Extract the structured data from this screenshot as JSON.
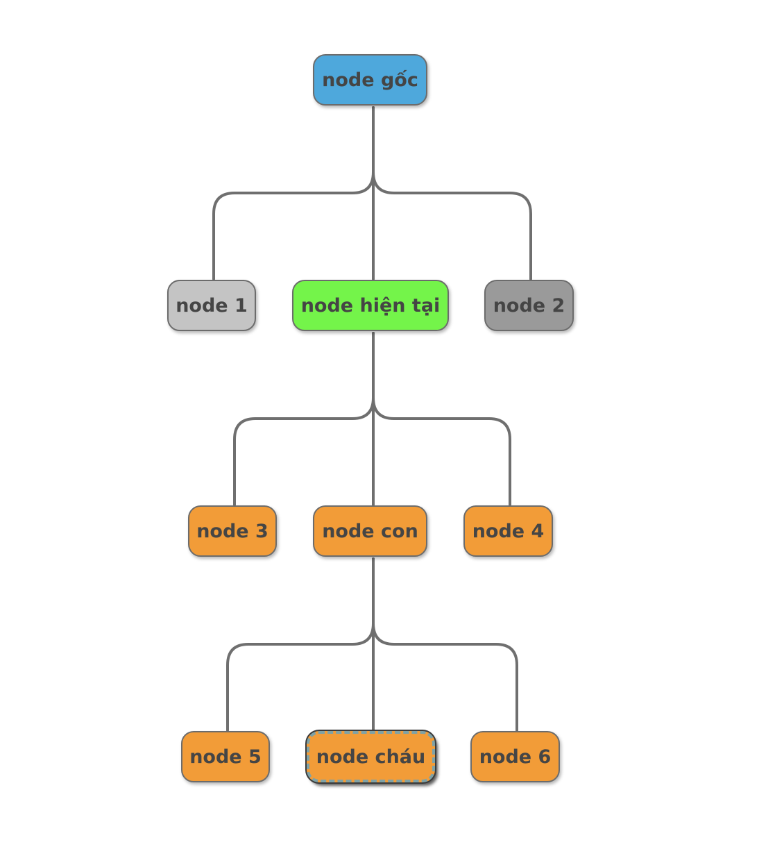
{
  "colors": {
    "root": "#4ea8dc",
    "current": "#74f44a",
    "sibling_light": "#c4c4c4",
    "sibling_dark": "#9a9a9a",
    "descendant": "#f29c38",
    "edge": "#6f6f6f",
    "text": "#454545"
  },
  "nodes": {
    "root": {
      "label": "node gốc"
    },
    "node1": {
      "label": "node 1"
    },
    "current": {
      "label": "node hiện tại"
    },
    "node2": {
      "label": "node 2"
    },
    "node3": {
      "label": "node 3"
    },
    "child": {
      "label": "node con"
    },
    "node4": {
      "label": "node 4"
    },
    "node5": {
      "label": "node 5"
    },
    "grandchild": {
      "label": "node cháu"
    },
    "node6": {
      "label": "node 6"
    }
  }
}
